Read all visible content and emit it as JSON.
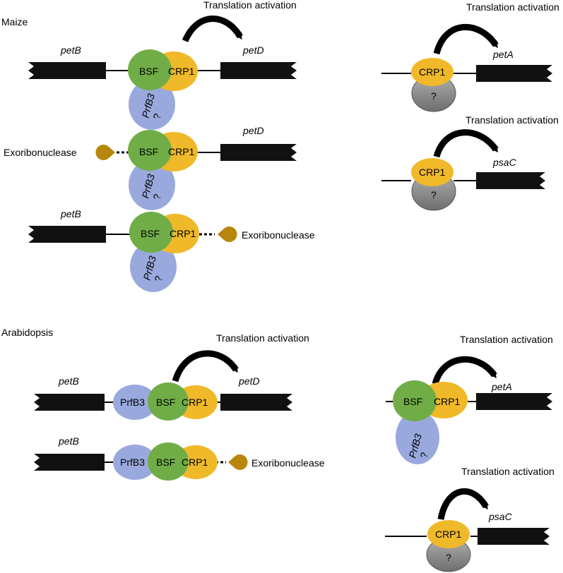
{
  "sections": {
    "maize": "Maize",
    "arabidopsis": "Arabidopsis"
  },
  "labels": {
    "translation_activation": "Translation activation",
    "exoribonuclease": "Exoribonuclease",
    "petB": "petB",
    "petD": "petD",
    "petA": "petA",
    "psaC": "psaC",
    "BSF": "BSF",
    "CRP1": "CRP1",
    "PrfB3": "PrfB3",
    "PrfB3_q": "PrfB3 ?",
    "unknown": "?"
  },
  "colors": {
    "bsf": "#70ad47",
    "crp1": "#f0b92a",
    "prfb3": "#9aa9dd",
    "unknown": "#8c8c8c",
    "exoribonuclease": "#b8860b",
    "gene_box": "#111111"
  }
}
